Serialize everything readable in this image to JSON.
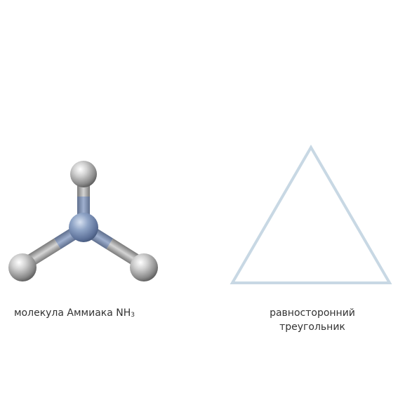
{
  "molecule": {
    "caption": "молекула Аммиака NH",
    "formula_subscript": "3"
  },
  "triangle": {
    "caption_line1": "равносторонний",
    "caption_line2": "треугольник"
  },
  "colors": {
    "nitrogen": "#7e93b6",
    "hydrogen": "#9a9a9a",
    "triangle_stroke": "#c8d8e4"
  }
}
